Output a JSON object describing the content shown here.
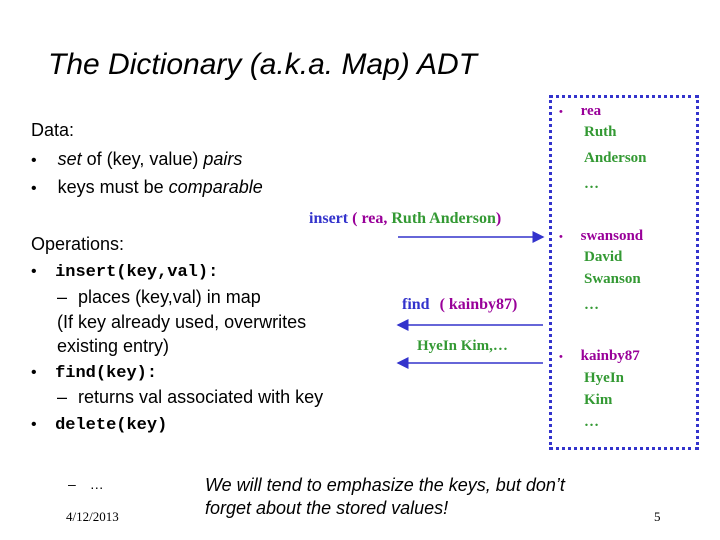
{
  "slide": {
    "title": "The Dictionary (a.k.a. Map) ADT",
    "data_heading": "Data:",
    "data_items": [
      {
        "em1": "set",
        "mid": " of (key, value) ",
        "em2": "pairs"
      },
      {
        "pre": "keys must be ",
        "em": "comparable"
      }
    ],
    "ops_heading": "Operations:",
    "ops": [
      {
        "code": "insert(key,val):",
        "subs": [
          "places (key,val) in map"
        ],
        "extra": [
          "(If key already used, overwrites",
          "existing entry)"
        ]
      },
      {
        "code": "find(key):",
        "subs": [
          "returns val associated with key"
        ]
      },
      {
        "code": "delete(key)"
      }
    ],
    "ellipsis": "…",
    "note": "We will tend to emphasize the keys, but don’t forget about the stored values!",
    "date": "4/12/2013",
    "page_number": "5"
  },
  "diagram": {
    "insert_label": {
      "cmd": "insert",
      "open": "(",
      "key": "rea,",
      "val": "Ruth Anderson",
      "close": ")"
    },
    "find_label": {
      "cmd": "find",
      "open": "(",
      "key": "kainby87",
      "close": ")"
    },
    "find_result": "HyeIn Kim,…",
    "entries": [
      {
        "key": "rea",
        "values": [
          "Ruth",
          "Anderson",
          "…"
        ]
      },
      {
        "key": "swansond",
        "values": [
          "David",
          "Swanson",
          "…"
        ]
      },
      {
        "key": "kainby87",
        "values": [
          "HyeIn",
          "Kim",
          "…"
        ]
      }
    ],
    "colors": {
      "key": "#990099",
      "value": "#339933",
      "command": "#3333cc",
      "arrow": "#3333cc",
      "border": "#3333cc"
    }
  }
}
